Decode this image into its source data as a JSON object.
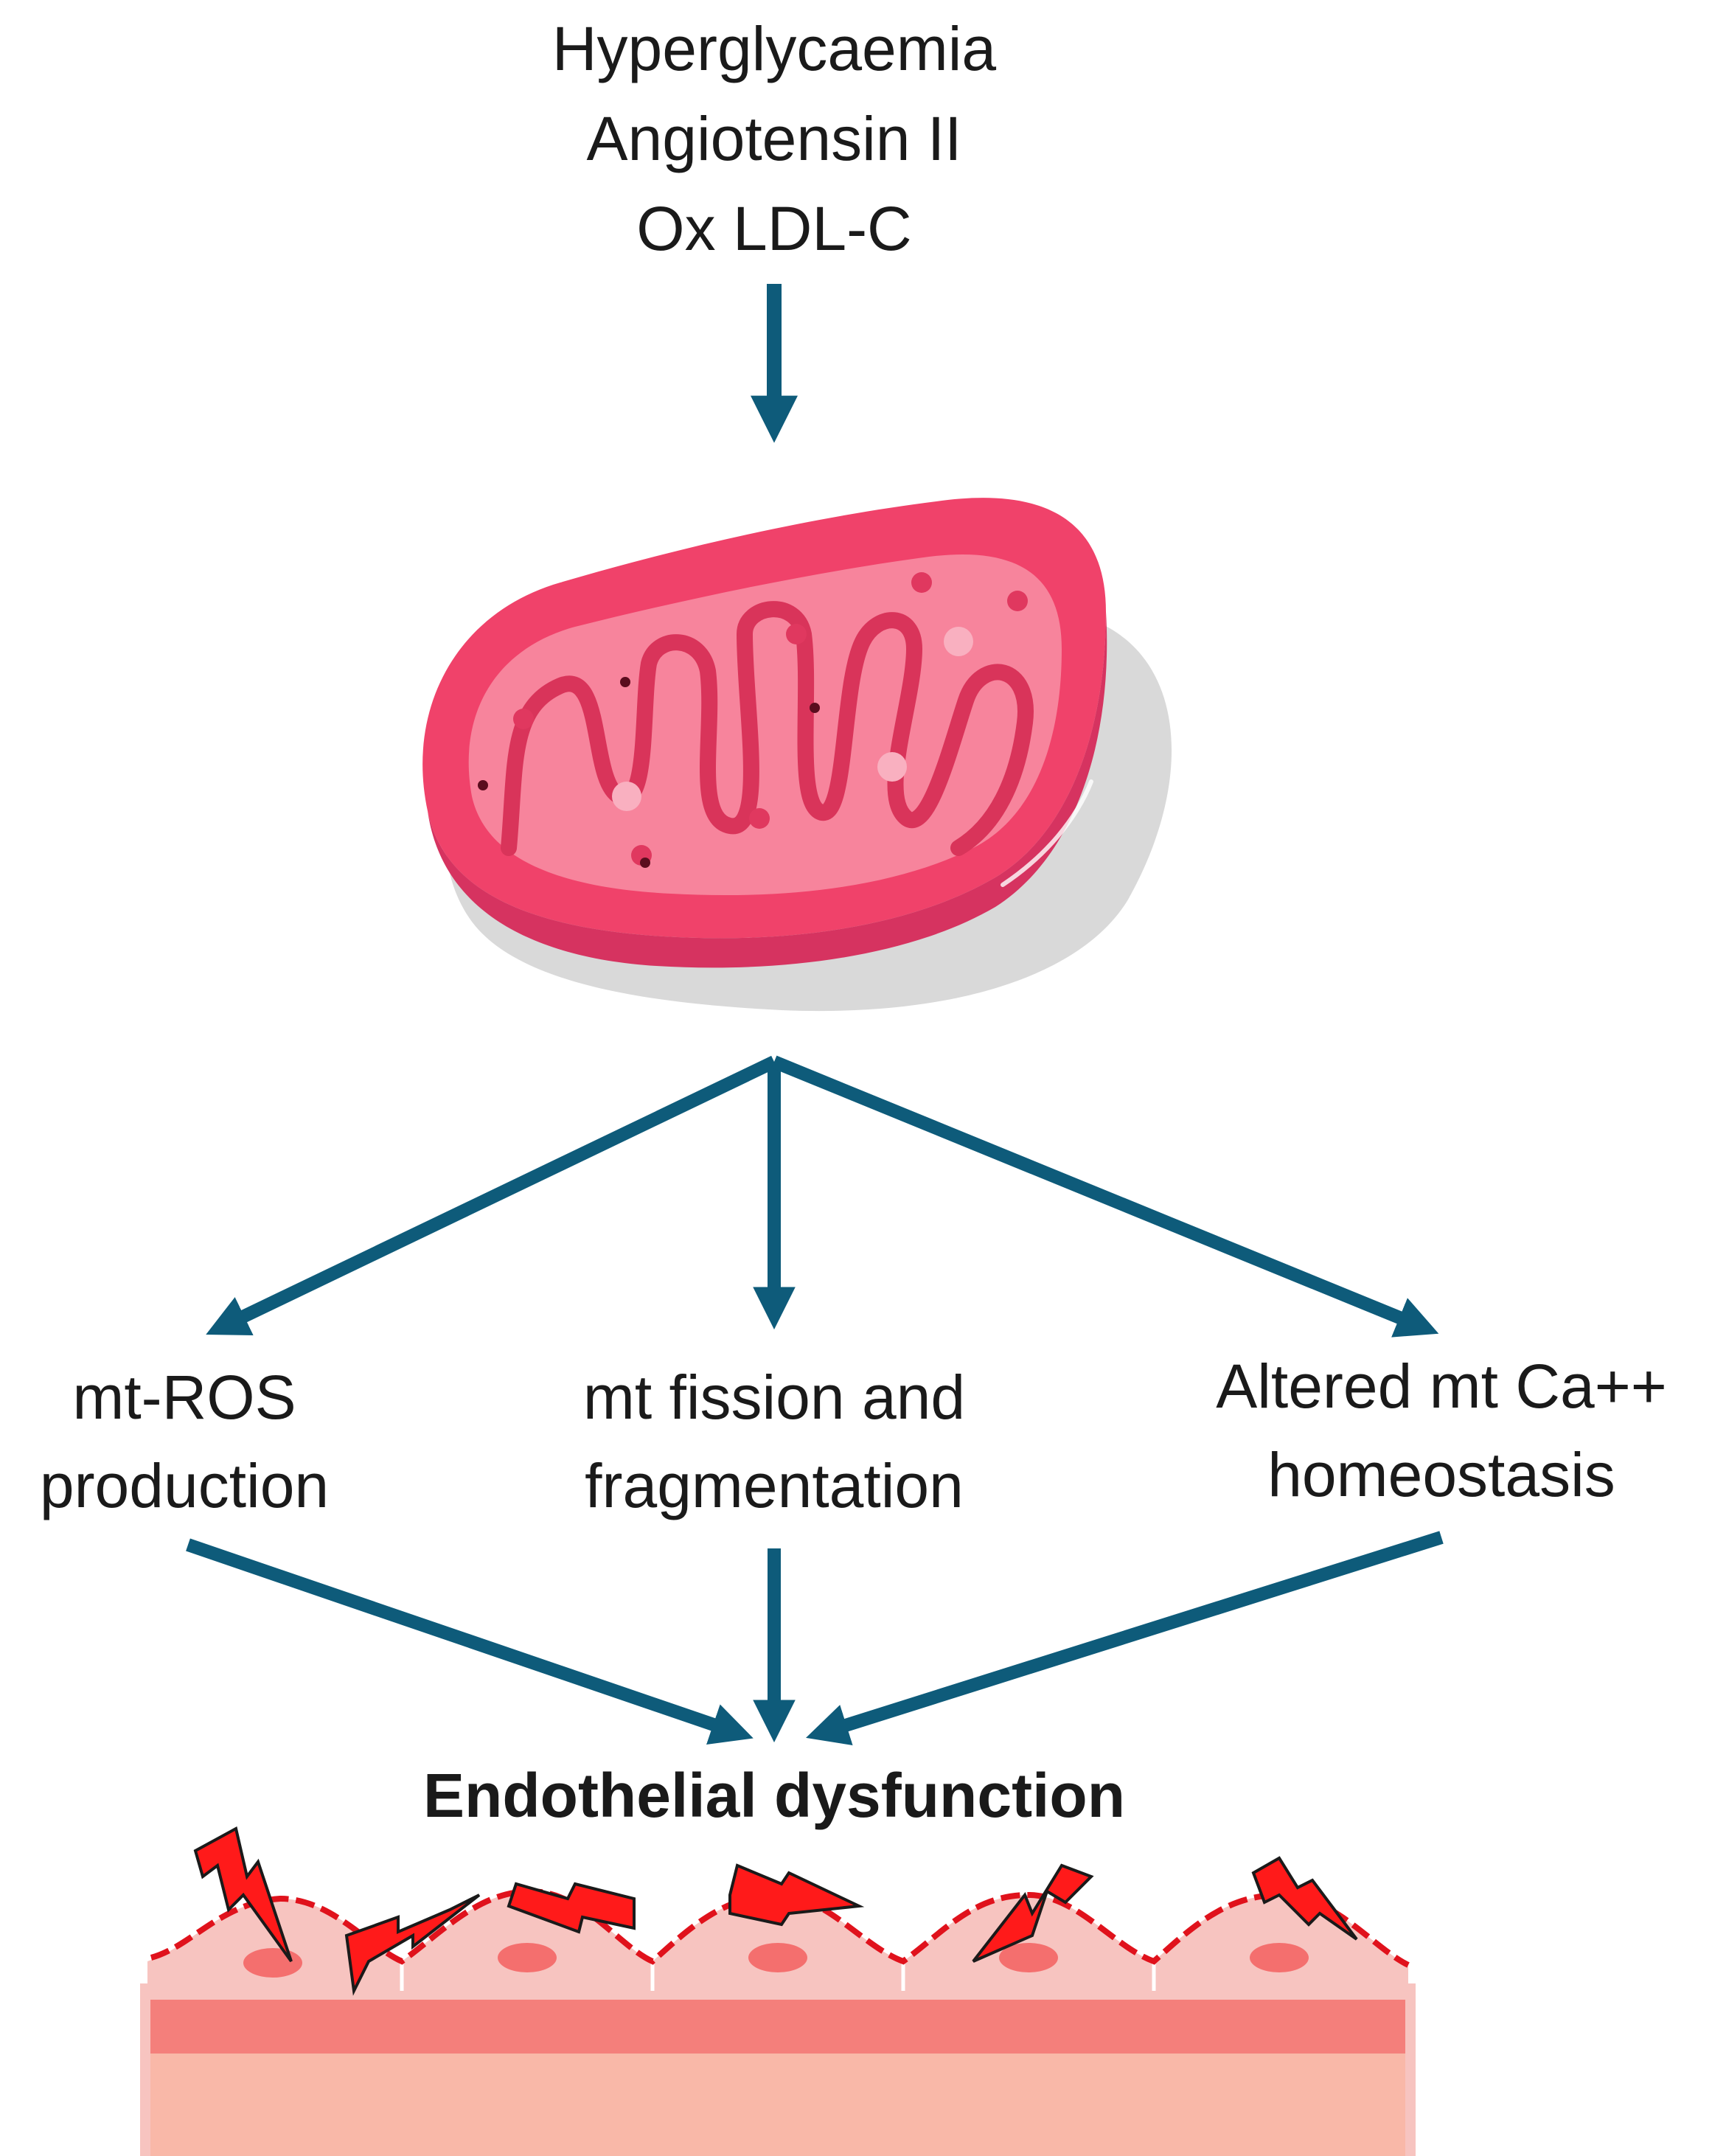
{
  "stimuli": [
    "Hyperglycaemia",
    "Angiotensin II",
    "Ox LDL-C"
  ],
  "outcomes": [
    {
      "lines": [
        "mt-ROS",
        "production"
      ]
    },
    {
      "lines": [
        "mt fission and",
        "fragmentation"
      ]
    },
    {
      "lines": [
        "Altered mt Ca++",
        "homeostasis"
      ]
    }
  ],
  "result": "Endothelial dysfunction",
  "colors": {
    "arrow": "#0e5b7a",
    "mitochondrion_outer": "#f0426a",
    "mitochondrion_inner": "#f7849c",
    "mitochondrion_cristae": "#d9345a",
    "shadow": "#d9d9d9",
    "endothelium_surface": "#f7c4c0",
    "endothelium_band": "#f47f7b",
    "endothelium_base": "#f9b8a8",
    "damage_bolt": "#ff1a1a",
    "damage_outline": "#e0121c"
  },
  "icons": [
    "mitochondrion-icon",
    "endothelium-icon",
    "lightning-bolt-icon"
  ]
}
